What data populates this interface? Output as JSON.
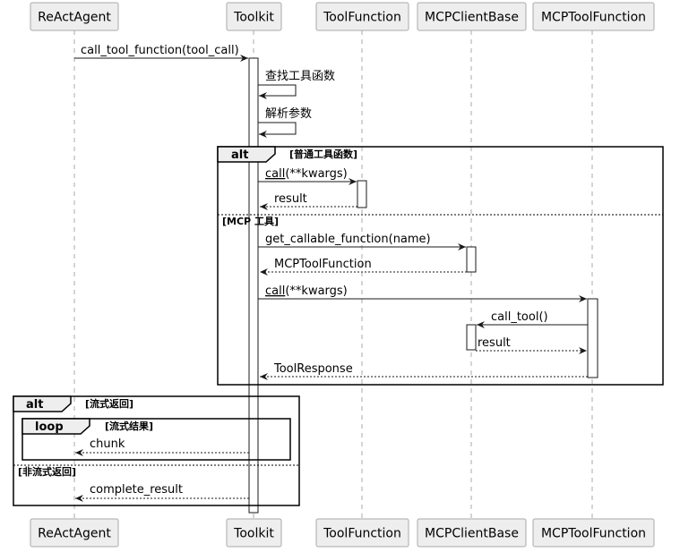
{
  "participants": [
    {
      "id": "react",
      "label": "ReActAgent"
    },
    {
      "id": "toolkit",
      "label": "Toolkit"
    },
    {
      "id": "toolfn",
      "label": "ToolFunction"
    },
    {
      "id": "mcpbase",
      "label": "MCPClientBase"
    },
    {
      "id": "mcpfn",
      "label": "MCPToolFunction"
    }
  ],
  "messages": {
    "call_tool_function": "call_tool_function(tool_call)",
    "find_fn": "查找工具函数",
    "parse_args": "解析参数",
    "call_underlined": "call",
    "call_rest": "(**kwargs)",
    "result": "result",
    "get_callable": "get_callable_function(name)",
    "mcp_tool_function": "MCPToolFunction",
    "call2_underlined": "call",
    "call2_rest": "(**kwargs)",
    "call_tool": "call_tool()",
    "result2": "result",
    "tool_response": "ToolResponse",
    "chunk": "chunk",
    "complete_result": "complete_result"
  },
  "frames": {
    "alt1": {
      "title": "alt",
      "guard1": "[普通工具函数]",
      "guard2": "[MCP 工具]"
    },
    "alt2": {
      "title": "alt",
      "guard1": "[流式返回]",
      "guard2": "[非流式返回]"
    },
    "loop": {
      "title": "loop",
      "guard": "[流式结果]"
    }
  },
  "colors": {
    "participant_fill": "#eeeeee",
    "participant_stroke": "#aaaaaa",
    "lifeline": "#aaaaaa",
    "line": "#181818"
  }
}
